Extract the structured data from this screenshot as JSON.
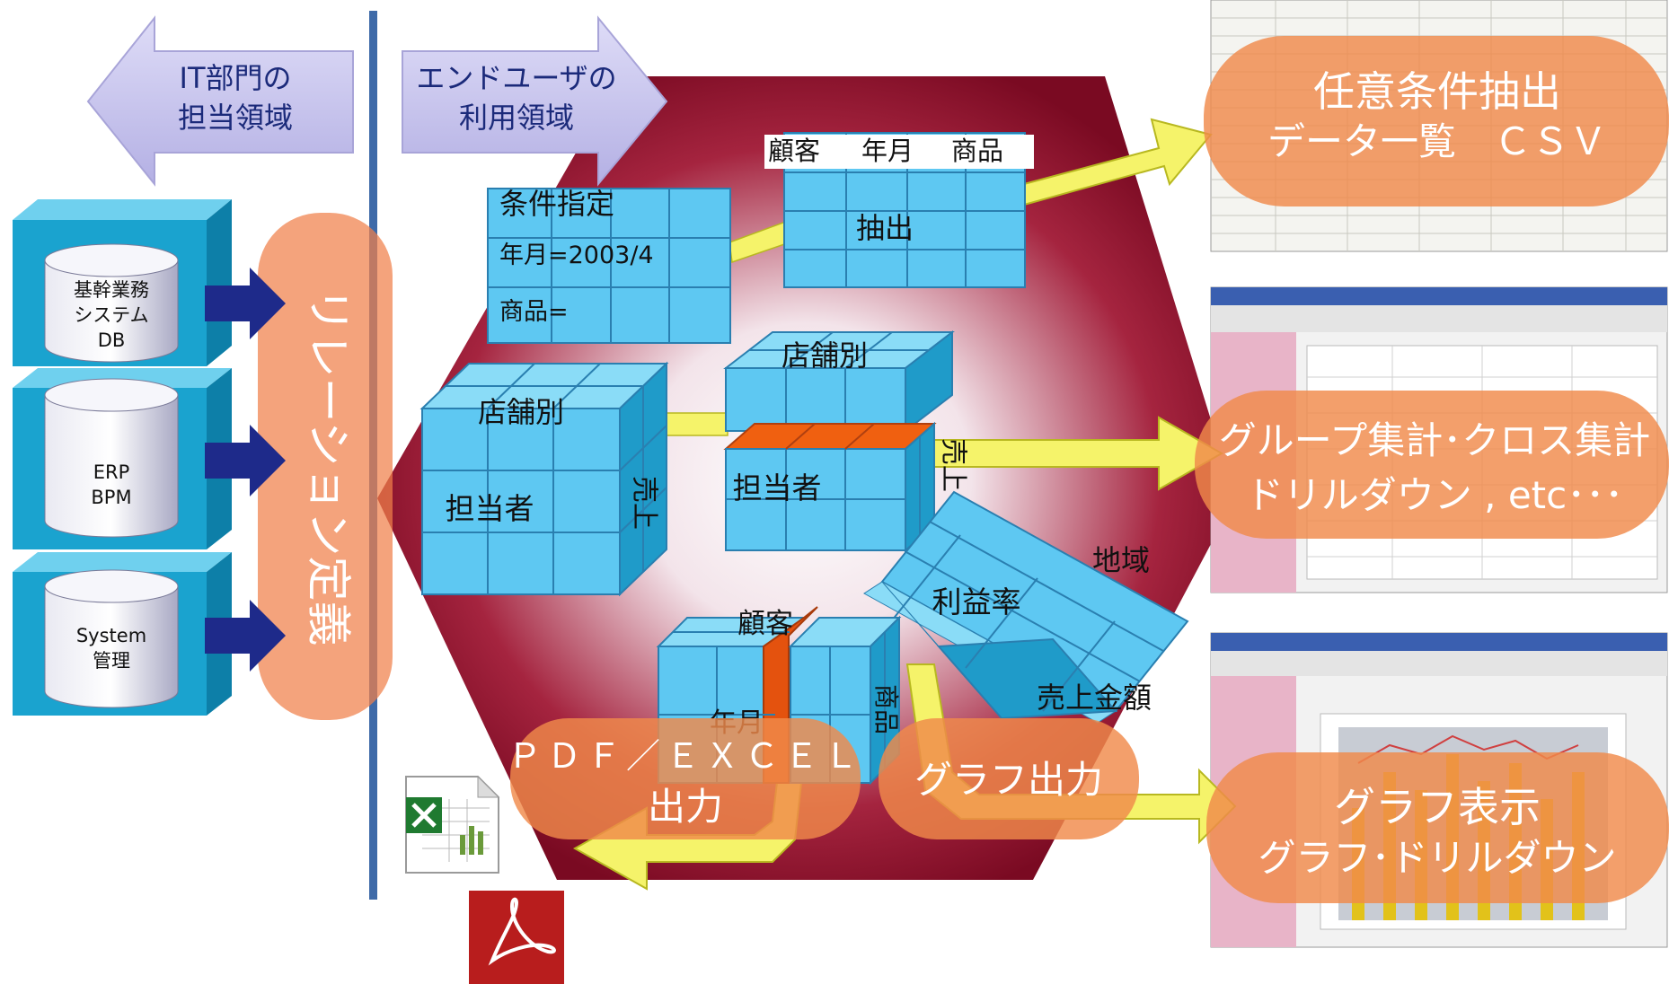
{
  "arrows": {
    "it_department": [
      "IT部門の",
      "担当領域"
    ],
    "end_user": [
      "エンドユーザの",
      "利用領域"
    ]
  },
  "sources": [
    [
      "基幹業務",
      "システム",
      "DB"
    ],
    [
      "ERP",
      "BPM"
    ],
    [
      "System",
      "管理"
    ]
  ],
  "relation_definition": "リレーション定義",
  "conditions": {
    "title": "条件指定",
    "year_month": "年月=2003/4",
    "product": "商品="
  },
  "extract_table": {
    "headers": [
      "顧客",
      "年月",
      "商品"
    ],
    "label": "抽出"
  },
  "cubes": {
    "store_left": "店舗別",
    "person_left": "担当者",
    "sales_left": "売上",
    "store_top": "店舗別",
    "person_mid": "担当者",
    "sales_mid": "売上",
    "region": "地域",
    "profit_rate": "利益率",
    "sales_amount": "売上金額",
    "customer": "顧客",
    "year_month": "年月",
    "product": "商品"
  },
  "outputs": {
    "extract": [
      "任意条件抽出",
      "データ一覧　ＣＳＶ"
    ],
    "aggregate": [
      "グループ集計･クロス集計",
      "ドリルダウン , etc･･･"
    ],
    "graph_display": [
      "グラフ表示",
      "グラフ･ドリルダウン"
    ],
    "pdf_excel": [
      "ＰＤＦ／ＥＸＣＥＬ",
      "出力"
    ],
    "graph_output": "グラフ出力"
  },
  "colors": {
    "hexagon": "#8a0f2a",
    "cube_face": "#5ec8f2",
    "cube_side": "#1f9bc9",
    "arrow_violet": "#c9c6ee",
    "arrow_yellow": "#f5f36a",
    "bubble_orange": "#f08a4a",
    "db_block": "#1aa3cf",
    "navy_arrow": "#1e2a8a"
  }
}
